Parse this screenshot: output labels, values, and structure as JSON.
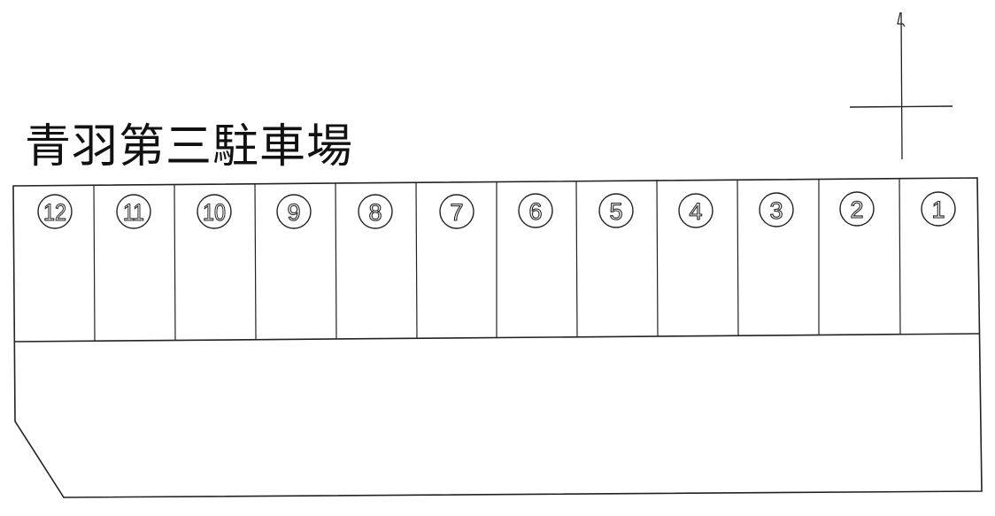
{
  "title": "青羽第三駐車場",
  "north_arrow": {
    "label": "north-arrow",
    "glyph": "4"
  },
  "stalls": [
    {
      "number": "1",
      "label": "①"
    },
    {
      "number": "2",
      "label": "②"
    },
    {
      "number": "3",
      "label": "③"
    },
    {
      "number": "4",
      "label": "④"
    },
    {
      "number": "5",
      "label": "⑤"
    },
    {
      "number": "6",
      "label": "⑥"
    },
    {
      "number": "7",
      "label": "⑦"
    },
    {
      "number": "8",
      "label": "⑧"
    },
    {
      "number": "9",
      "label": "⑨"
    },
    {
      "number": "10",
      "label": "⑩"
    },
    {
      "number": "11",
      "label": "⑪"
    },
    {
      "number": "12",
      "label": "⑫"
    }
  ],
  "colors": {
    "line": "#222222",
    "background": "#ffffff"
  }
}
